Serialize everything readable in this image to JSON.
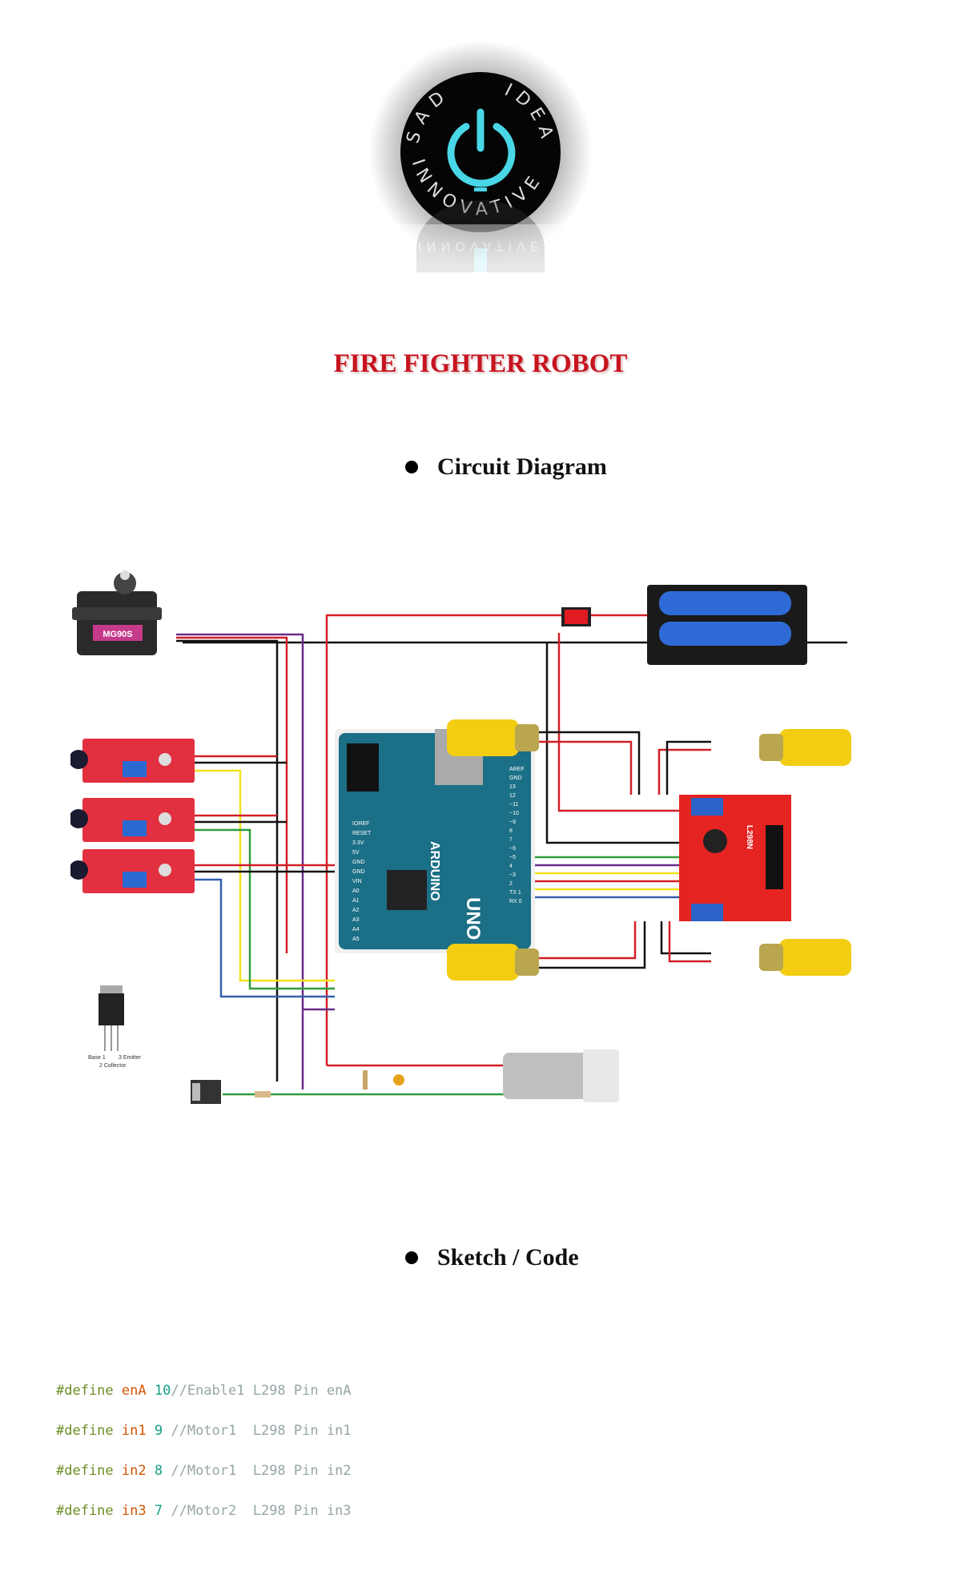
{
  "logo": {
    "letters_top": "SAD",
    "letters_right": "IDEAS",
    "letters_bottom": "INNOVATIVE",
    "reflection_text": "INNOVATIVE"
  },
  "title": "FIRE FIGHTER ROBOT",
  "sections": {
    "circuit": "Circuit Diagram",
    "code": "Sketch / Code"
  },
  "components": {
    "servo_label": "MG90S",
    "driver_label": "L298N",
    "arduino_brand": "ARDUINO",
    "arduino_model": "UNO",
    "transistor_legend": {
      "base": "Base 1",
      "emitter": "3 Emitter",
      "collector": "2 Collector"
    },
    "arduino_pins_right": [
      "AREF",
      "GND",
      "13",
      "12",
      "~11",
      "~10",
      "~9",
      "8",
      "7",
      "~6",
      "~5",
      "4",
      "~3",
      "2",
      "TX 1",
      "RX 0"
    ],
    "arduino_pins_left": [
      "IOREF",
      "RESET",
      "3.3V",
      "5V",
      "GND",
      "GND",
      "VIN",
      "A0",
      "A1",
      "A2",
      "A3",
      "A4",
      "A5"
    ]
  },
  "code": [
    {
      "kw": "#define",
      "id": "enA",
      "num": "10",
      "comment": "//Enable1 L298 Pin enA"
    },
    {
      "kw": "#define",
      "id": "in1",
      "num": "9",
      "comment": "//Motor1  L298 Pin in1"
    },
    {
      "kw": "#define",
      "id": "in2",
      "num": "8",
      "comment": "//Motor1  L298 Pin in2"
    },
    {
      "kw": "#define",
      "id": "in3",
      "num": "7",
      "comment": "//Motor2  L298 Pin in3"
    }
  ],
  "colors": {
    "title": "#c7141f",
    "wire_red": "#d21f26",
    "wire_black": "#111111",
    "wire_purple": "#6a2c8a",
    "wire_yellow": "#f2e21c",
    "wire_green": "#2e9d3a",
    "wire_blue": "#3560b0",
    "arduino_board": "#1b6f86",
    "driver_board": "#e52421",
    "motor_yellow": "#f2cd12",
    "logo_cyan": "#49d6e6"
  }
}
